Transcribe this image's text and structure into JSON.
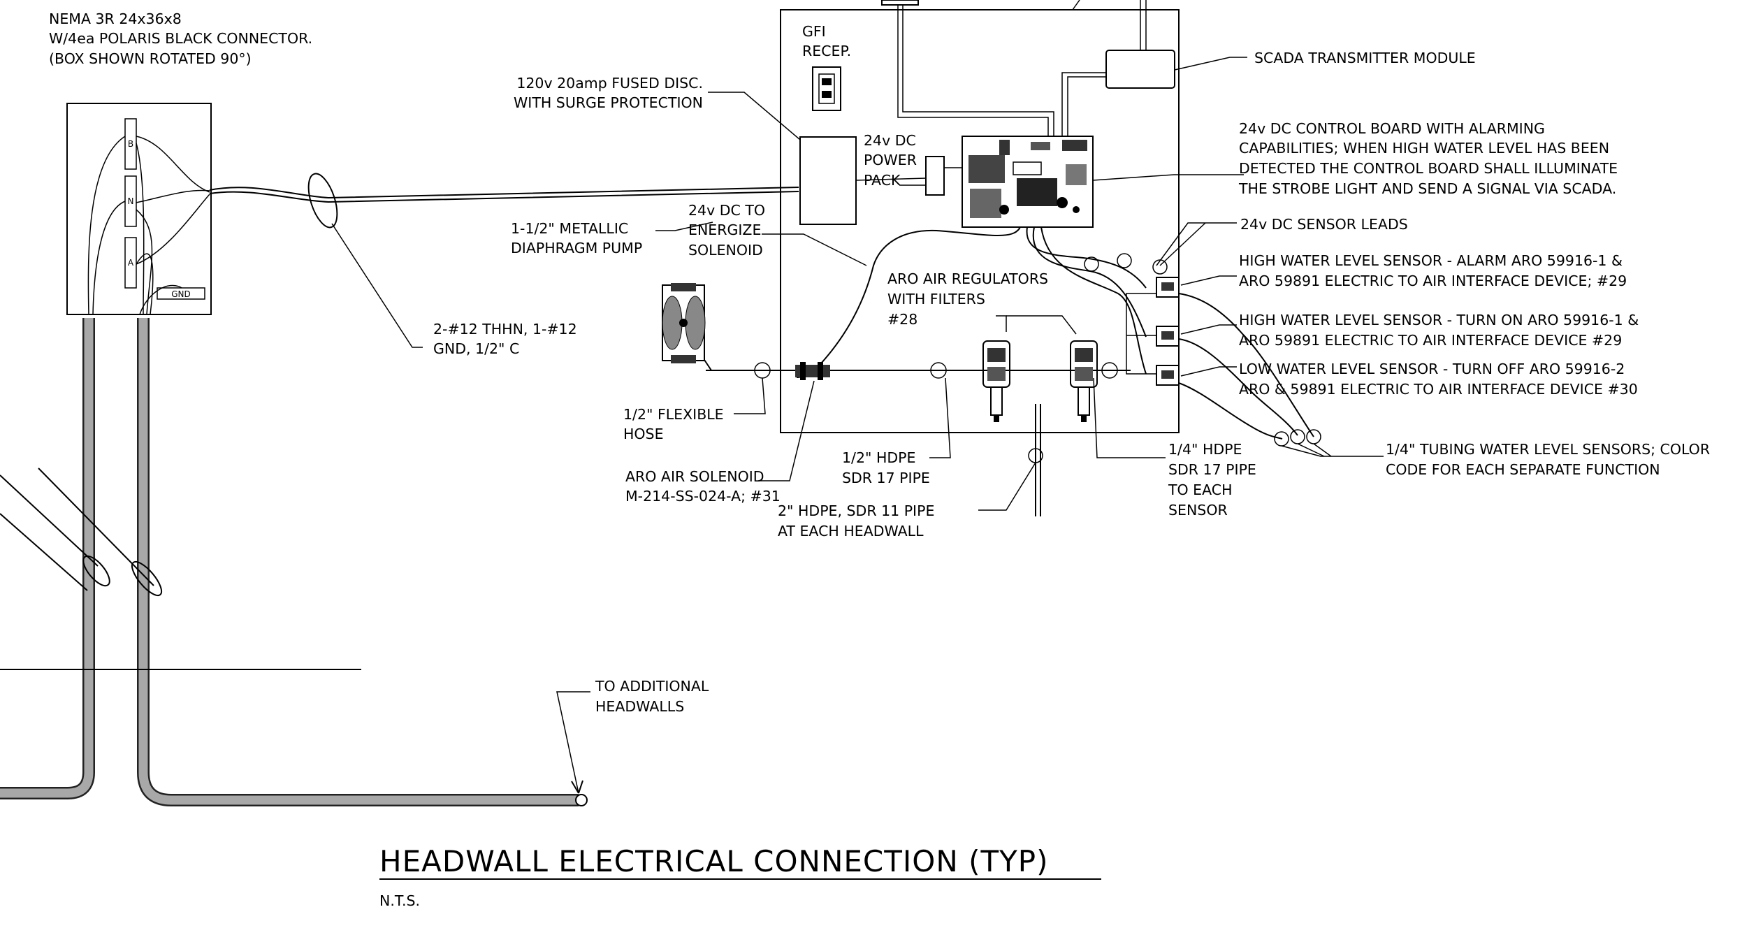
{
  "title": "HEADWALL ELECTRICAL CONNECTION (TYP)",
  "scale_note": "N.T.S.",
  "nema_box": [
    "NEMA 3R 24x36x8",
    "W/4ea POLARIS BLACK CONNECTOR.",
    "(BOX SHOWN ROTATED 90°)"
  ],
  "terminals": [
    "B",
    "N",
    "A",
    "GND"
  ],
  "labels": {
    "gfi": [
      "GFI",
      "RECEP."
    ],
    "fused_disc": [
      "120v 20amp FUSED DISC.",
      "WITH SURGE PROTECTION"
    ],
    "power_pack": [
      "24v DC",
      "POWER",
      "PACK"
    ],
    "scada": "SCADA TRANSMITTER MODULE",
    "control_board": [
      "24v DC CONTROL BOARD WITH ALARMING",
      "CAPABILITIES; WHEN HIGH WATER LEVEL HAS BEEN",
      "DETECTED THE CONTROL BOARD SHALL ILLUMINATE",
      "THE STROBE LIGHT AND SEND A SIGNAL VIA SCADA."
    ],
    "sensor_leads": "24v DC SENSOR LEADS",
    "high_alarm": [
      "HIGH WATER LEVEL SENSOR - ALARM ARO 59916-1 &",
      "ARO 59891 ELECTRIC TO AIR INTERFACE DEVICE; #29"
    ],
    "high_on": [
      "HIGH WATER LEVEL SENSOR - TURN ON ARO 59916-1 &",
      "ARO 59891 ELECTRIC TO AIR INTERFACE DEVICE #29"
    ],
    "low_off": [
      "LOW WATER LEVEL SENSOR - TURN OFF ARO 59916-2",
      "ARO & 59891 ELECTRIC TO AIR INTERFACE DEVICE #30"
    ],
    "tubing": [
      "1/4\" TUBING WATER LEVEL SENSORS; COLOR",
      "CODE FOR EACH SEPARATE FUNCTION"
    ],
    "pump": [
      "1-1/2\" METALLIC",
      "DIAPHRAGM PUMP"
    ],
    "energize": [
      "24v DC TO",
      "ENERGIZE",
      "SOLENOID"
    ],
    "regulators": [
      "ARO AIR REGULATORS",
      "WITH FILTERS",
      "#28"
    ],
    "wires": [
      "2-#12 THHN, 1-#12",
      "GND, 1/2\" C"
    ],
    "hose": [
      "1/2\" FLEXIBLE",
      "HOSE"
    ],
    "solenoid": [
      "ARO AIR SOLENOID",
      "M-214-SS-024-A; #31"
    ],
    "hdpe_half": [
      "1/2\" HDPE",
      "SDR 17 PIPE"
    ],
    "hdpe_two": [
      "2\" HDPE, SDR 11 PIPE",
      "AT EACH HEADWALL"
    ],
    "hdpe_quarter": [
      "1/4\" HDPE",
      "SDR 17 PIPE",
      "TO EACH",
      "SENSOR"
    ],
    "additional": [
      "TO ADDITIONAL",
      "HEADWALLS"
    ]
  }
}
